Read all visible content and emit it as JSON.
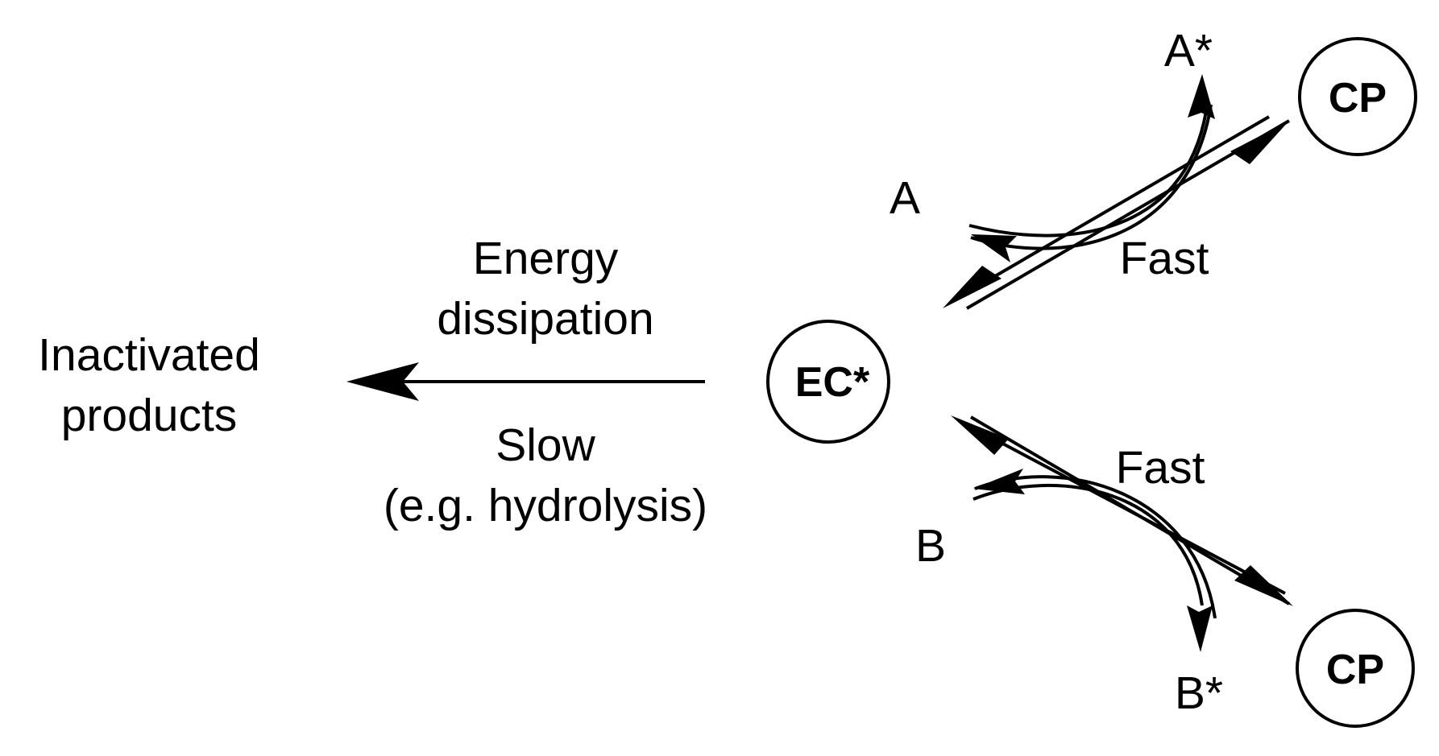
{
  "diagram": {
    "center_node": "EC*",
    "product_top": "CP",
    "product_bottom": "CP",
    "reactant_a": "A",
    "reactant_a_star": "A*",
    "reactant_b": "B",
    "reactant_b_star": "B*",
    "fast_top": "Fast",
    "fast_bottom": "Fast",
    "energy_line1": "Energy",
    "energy_line2": "dissipation",
    "slow_line1": "Slow",
    "slow_line2": "(e.g. hydrolysis)",
    "inactivated_line1": "Inactivated",
    "inactivated_line2": "products"
  }
}
